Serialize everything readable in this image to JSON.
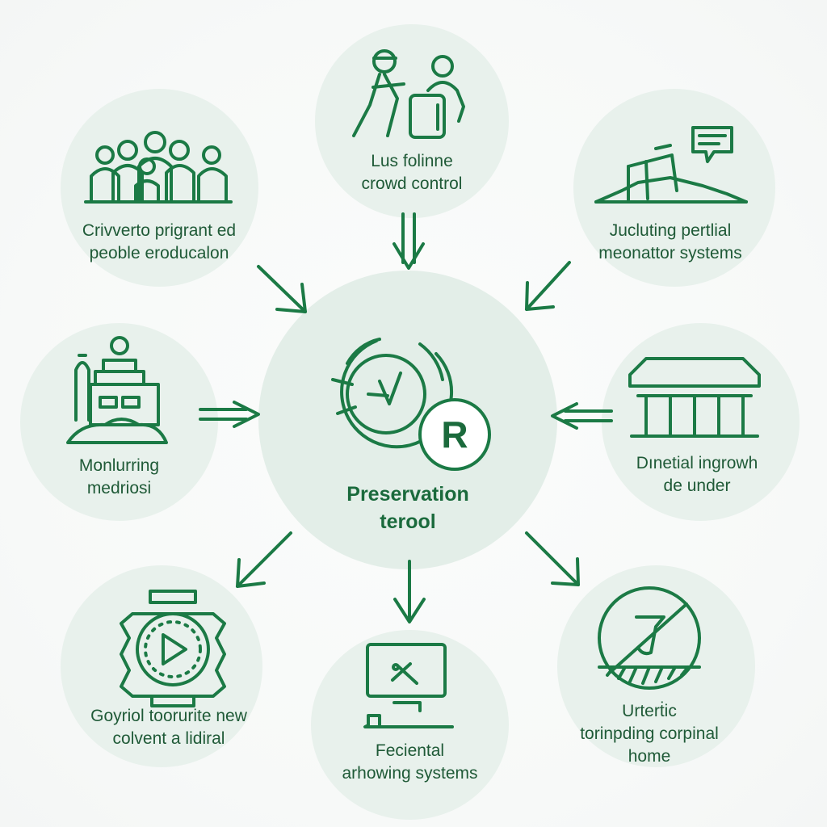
{
  "colors": {
    "accent": "#1b7a45",
    "text": "#1f5a37",
    "circle_fill": "#e8f1ec"
  },
  "center": {
    "icon": "preservation-dial-icon",
    "badge": "R",
    "title_line1": "Preservation",
    "title_line2": "terool"
  },
  "nodes": {
    "crowd_control": {
      "icon": "people-moving-icon",
      "line1": "Lus folinne",
      "line2": "crowd control"
    },
    "people_education": {
      "icon": "group-people-icon",
      "line1": "Crivverto prigrant ed",
      "line2": "peoble eroducalon"
    },
    "monitor_systems": {
      "icon": "terrain-speech-icon",
      "line1": "Jucluting  pertlial",
      "line2": "meonattor systems"
    },
    "monitoring": {
      "icon": "historic-building-icon",
      "line1": "Monlurring",
      "line2": "medriosi"
    },
    "digital_growth": {
      "icon": "temple-columns-icon",
      "line1": "Dınetial ingrowh",
      "line2": "de under"
    },
    "tour_content": {
      "icon": "gear-play-icon",
      "line1": "Goyriol toorurite new",
      "line2": "colvent  a lidiral"
    },
    "archiving": {
      "icon": "computer-tools-icon",
      "line1": "Feciental",
      "line2": "arhowing systems"
    },
    "corporal_home": {
      "icon": "no-access-icon",
      "line1": "Urterṫic",
      "line2": "torinpding corpinal",
      "line3": "home"
    }
  }
}
